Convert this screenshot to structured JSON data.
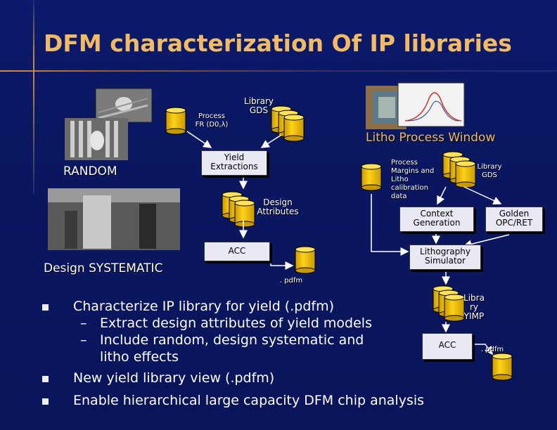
{
  "slide": {
    "title": "DFM characterization Of IP libraries"
  },
  "labels": {
    "process_fr": "Process FR (D0,λ)",
    "library_gds_top": "Library GDS",
    "litho_window": "Litho Process Window",
    "random": "RANDOM",
    "yield_extractions": "Yield Extractions",
    "process_margins": "Process Margins and Litho calibration data",
    "library_gds_right": "Library GDS",
    "design_attributes": "Design Attributes",
    "context_generation": "Context Generation",
    "golden_opc": "Golden OPC/RET",
    "acc_top": "ACC",
    "litho_sim": "Lithography Simulator",
    "design_systematic": "Design SYSTEMATIC",
    "pdfm_center": ". pdfm",
    "library_yimp": "Libra ry YIMP",
    "acc_bottom": "ACC",
    "pdfm_right": ". pdfm"
  },
  "bullets": [
    {
      "level": 1,
      "text": "Characterize IP library for yield (.pdfm)"
    },
    {
      "level": 2,
      "text": "Extract design attributes of yield models"
    },
    {
      "level": 2,
      "text": "Include random, design systematic and litho effects"
    },
    {
      "level": 1,
      "text": "New yield library view (.pdfm)"
    },
    {
      "level": 1,
      "text": "Enable hierarchical large capacity DFM chip analysis"
    }
  ],
  "colors": {
    "background": "#0b1a6b",
    "title": "#f2bb63",
    "cylinder": "#f2c200",
    "text": "#ffffff"
  }
}
